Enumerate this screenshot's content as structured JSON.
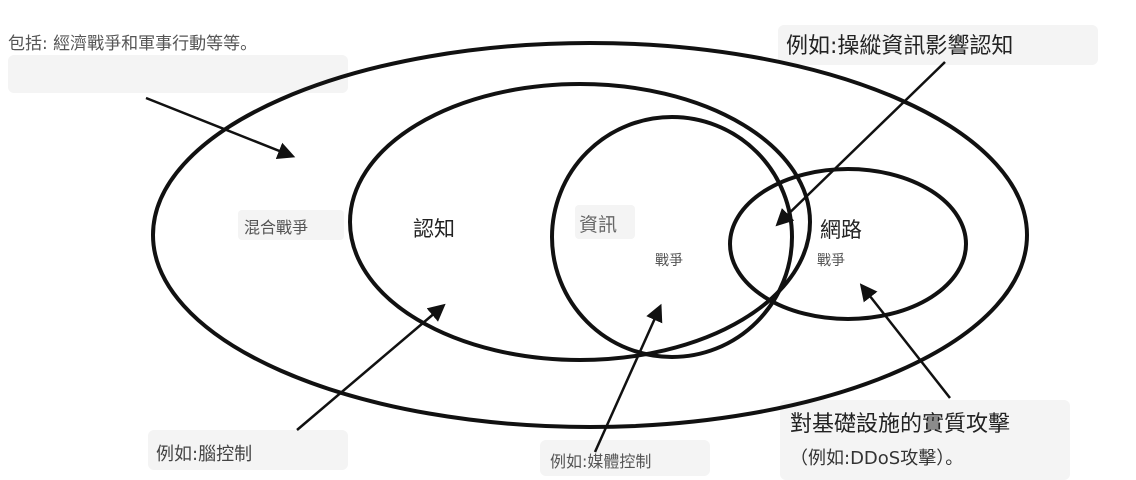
{
  "colors": {
    "stroke": "#111111",
    "text_primary": "#222222",
    "text_secondary": "#555555",
    "label_bg": "#f4f4f4",
    "background": "#ffffff"
  },
  "annotations": {
    "top_left": "包括: 經濟戰爭和軍事行動等等。",
    "top_right": "例如:操縱資訊影響認知",
    "bottom_left": "例如:腦控制",
    "bottom_center": "例如:媒體控制",
    "bottom_right_line1": "對基礎設施的實質攻擊",
    "bottom_right_line2": "（例如:DDoS攻擊）。"
  },
  "circles": {
    "hybrid": "混合戰爭",
    "cognitive": "認知",
    "information": "資訊",
    "information_sub": "戰爭",
    "cyber": "網路",
    "cyber_sub": "戰爭"
  }
}
